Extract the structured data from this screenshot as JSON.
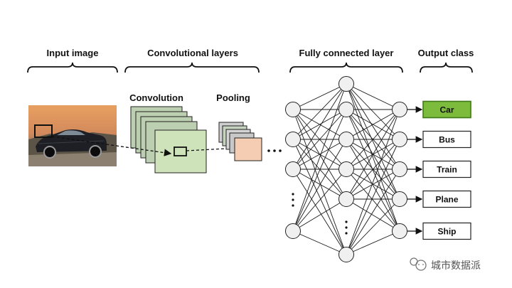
{
  "sections": {
    "input": "Input image",
    "conv": "Convolutional layers",
    "fc": "Fully connected layer",
    "output": "Output class"
  },
  "stages": {
    "convolution": "Convolution",
    "pooling": "Pooling"
  },
  "outputs": [
    {
      "label": "Car",
      "highlighted": true
    },
    {
      "label": "Bus",
      "highlighted": false
    },
    {
      "label": "Train",
      "highlighted": false
    },
    {
      "label": "Plane",
      "highlighted": false
    },
    {
      "label": "Ship",
      "highlighted": false
    }
  ],
  "watermark": "城市数据派",
  "colors": {
    "highlight_fill": "#7dbb3c",
    "highlight_border": "#3f7a1a",
    "conv_fill": "#cfe3bb",
    "conv_stack": "#bccfb0",
    "pool_fill": "#f4cdb3",
    "pool_stack": "#cfcfcf",
    "node_fill": "#f0f0f0",
    "edge": "#1a1a1a"
  }
}
